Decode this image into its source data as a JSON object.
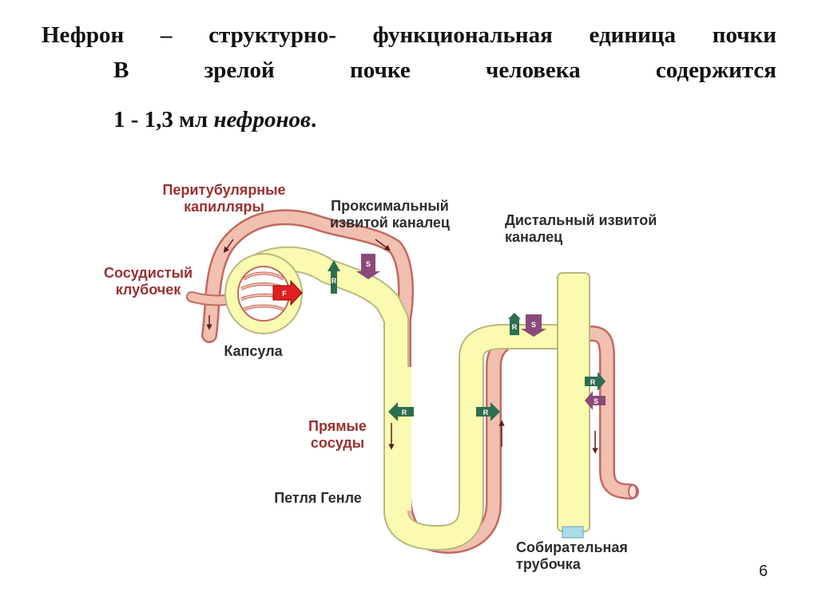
{
  "title": {
    "line1": [
      "Нефрон",
      "–",
      "структурно-",
      "функциональная",
      "единица",
      "почки"
    ],
    "line2": [
      "В",
      "зрелой",
      "почке",
      "человека",
      "содержится"
    ],
    "line3_plain": "1 - 1,3 мл ",
    "line3_italic": "нефронов",
    "line3_end": "."
  },
  "labels": {
    "peritubular": "Перитубулярные\nкапилляры",
    "proximal": "Проксимальный\nизвитой каналец",
    "distal": "Дистальный извитой\nканалец",
    "glomerulus": "Сосудистый\nклубочек",
    "capsule": "Капсула",
    "vasa_recta": "Прямые\nсосуды",
    "henle": "Петля Генле",
    "collecting": "Собирательная\nтрубочка"
  },
  "badges": {
    "filtration": "F",
    "reabsorption": "R",
    "secretion": "S"
  },
  "colors": {
    "tubule": "#fafab0",
    "tubule_outline": "#b8b880",
    "vessel": "#f2c0b0",
    "vessel_outline": "#c06a60",
    "reabsorption": "#2e6e4e",
    "secretion": "#8a4a7a",
    "filtration": "#e02020",
    "blue_end": "#a8dcec"
  },
  "page_number": "6"
}
